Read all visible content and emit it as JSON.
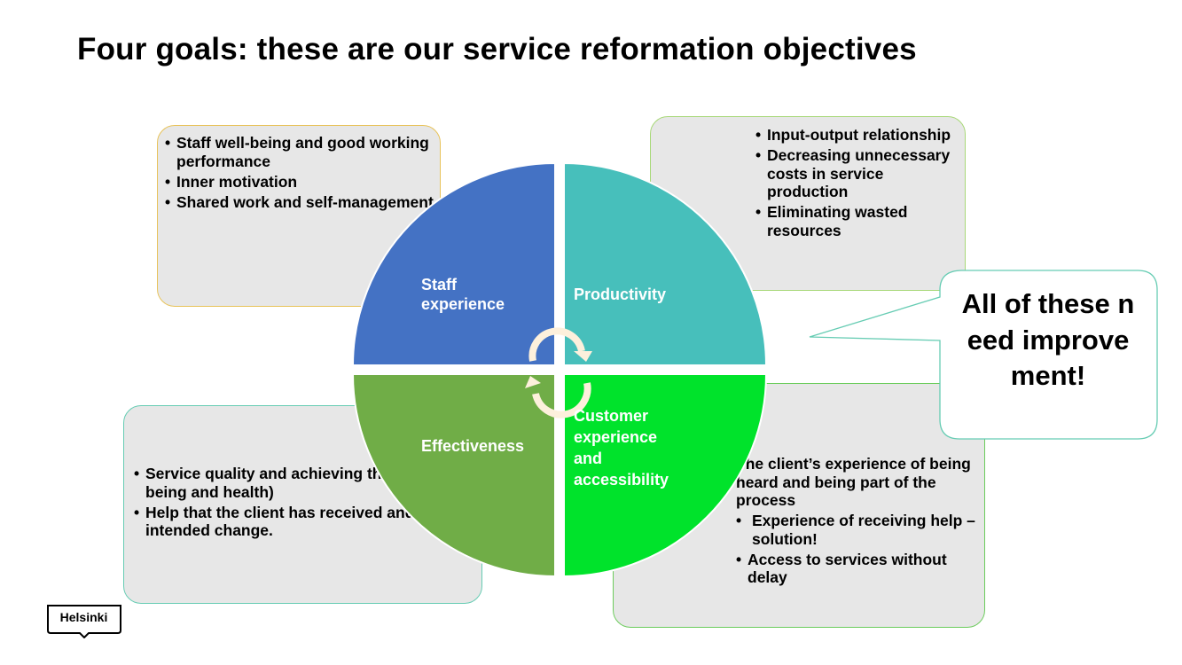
{
  "title": "Four goals: these are our service reformation objectives",
  "quadrants": {
    "staff": {
      "line1": "Staff",
      "line2": "experience",
      "color": "#4472c4"
    },
    "productivity": {
      "label": "Productivity",
      "color": "#47bfbb"
    },
    "effectiveness": {
      "label": "Effectiveness",
      "color": "#70ad47"
    },
    "customer": {
      "line1": "Customer",
      "line2": "experience",
      "line3": "and",
      "line4": "accessibility",
      "color": "#00e32b"
    }
  },
  "boxes": {
    "staff": [
      "Staff well-being and good working performance",
      "Inner motivation",
      "Shared work and self-management"
    ],
    "productivity": [
      "Input-output relationship",
      "Decreasing unnecessary costs in service production",
      "Eliminating wasted resources"
    ],
    "effectiveness": [
      "Service quality and achieving the goals (well-being and health)",
      "Help that the client has received and the intended change."
    ],
    "customer": [
      "The client’s experience of being heard and being part of the process",
      "Experience of receiving help – solution!",
      "Access to services without delay"
    ]
  },
  "callout": {
    "text": "All of these need improvement!"
  },
  "logo": {
    "text": "Helsinki"
  }
}
